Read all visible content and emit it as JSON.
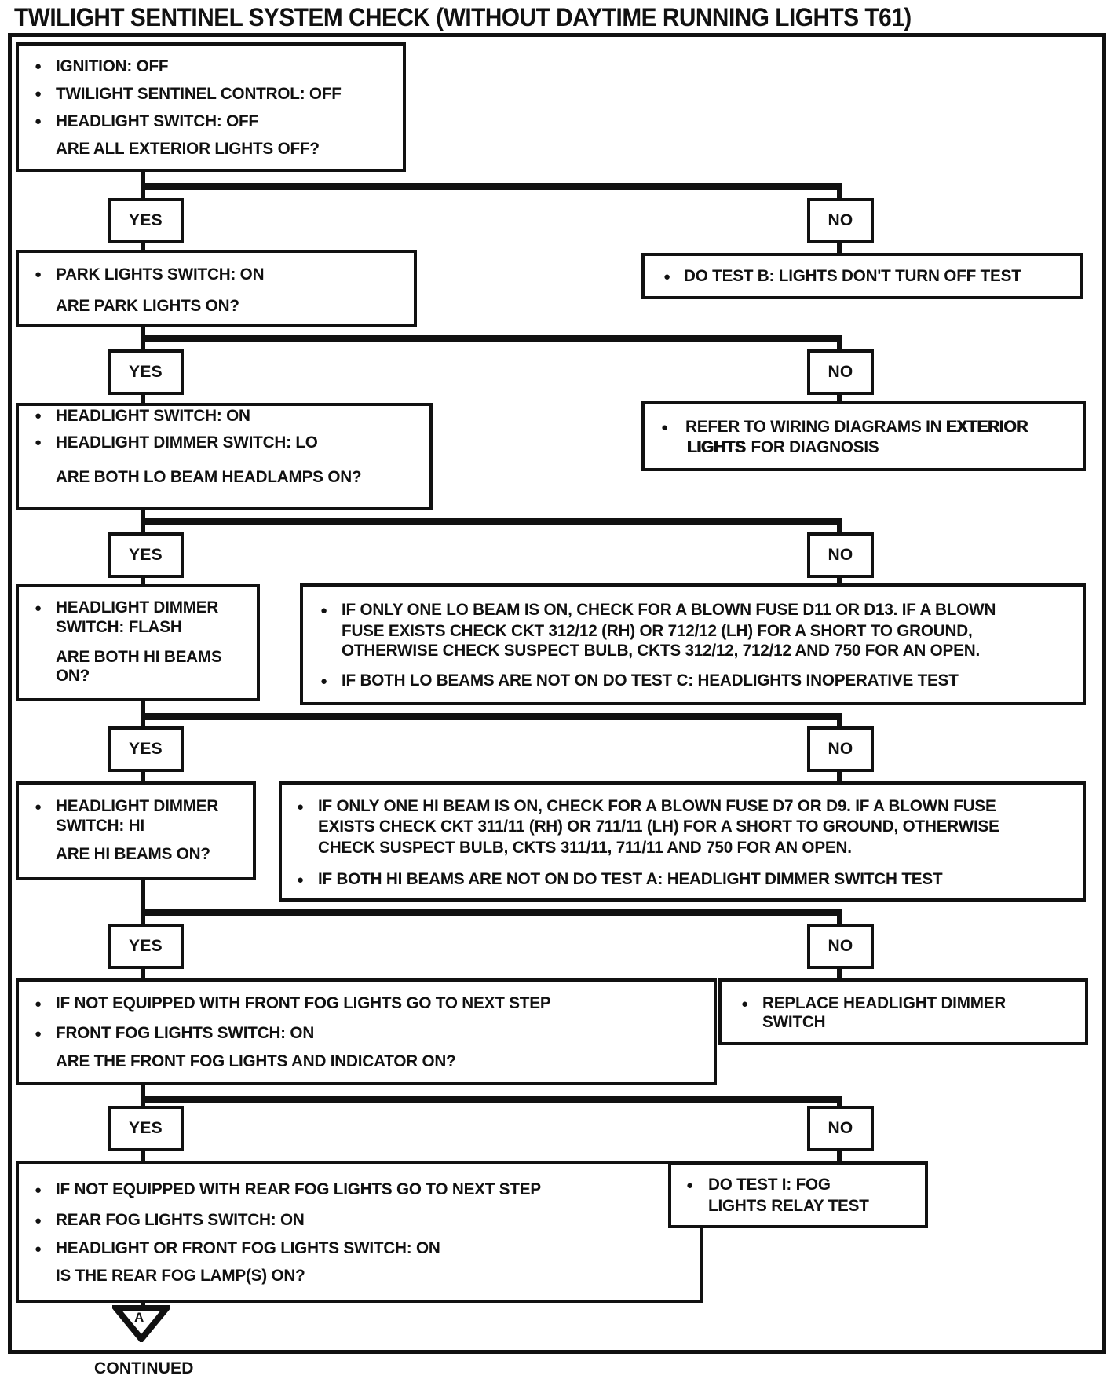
{
  "title": "TWILIGHT SENTINEL SYSTEM CHECK (WITHOUT DAYTIME RUNNING LIGHTS T61)",
  "labels": {
    "yes": "YES",
    "no": "NO",
    "continued": "CONTINUED",
    "connector_a": "A"
  },
  "glyphs": {
    "bullet": "●"
  },
  "steps": {
    "s1": {
      "b1": "IGNITION: OFF",
      "b2": "TWILIGHT SENTINEL CONTROL: OFF",
      "b3": "HEADLIGHT SWITCH: OFF",
      "q": "ARE ALL EXTERIOR LIGHTS OFF?"
    },
    "s2": {
      "b1": "PARK LIGHTS SWITCH: ON",
      "q": "ARE PARK LIGHTS ON?"
    },
    "s3": {
      "b1": "HEADLIGHT SWITCH: ON",
      "b2": "HEADLIGHT DIMMER SWITCH: LO",
      "q": "ARE BOTH LO BEAM HEADLAMPS ON?"
    },
    "s4": {
      "b1_l1": "HEADLIGHT DIMMER",
      "b1_l2": "SWITCH: FLASH",
      "q_l1": "ARE BOTH HI BEAMS",
      "q_l2": "ON?"
    },
    "s5": {
      "b1_l1": "HEADLIGHT DIMMER",
      "b1_l2": "SWITCH: HI",
      "q": "ARE HI BEAMS ON?"
    },
    "s6": {
      "b1": "IF NOT EQUIPPED WITH FRONT FOG LIGHTS GO TO NEXT STEP",
      "b2": "FRONT FOG LIGHTS SWITCH: ON",
      "q": "ARE THE FRONT FOG LIGHTS AND INDICATOR ON?"
    },
    "s7": {
      "b1": "IF NOT EQUIPPED WITH REAR FOG LIGHTS GO TO NEXT STEP",
      "b2": "REAR FOG LIGHTS SWITCH: ON",
      "b3": "HEADLIGHT OR FRONT FOG LIGHTS SWITCH: ON",
      "q": "IS THE REAR FOG LAMP(S) ON?"
    }
  },
  "actions": {
    "a1": {
      "b1": "DO TEST B: LIGHTS DON'T TURN OFF TEST"
    },
    "a2": {
      "l1_normal": "REFER TO WIRING DIAGRAMS IN ",
      "l1_bold": "EXTERIOR",
      "l2_bold": "LIGHTS",
      "l2_normal": "FOR DIAGNOSIS"
    },
    "a3": {
      "b1_l1": "IF ONLY ONE LO BEAM IS ON, CHECK FOR A BLOWN FUSE D11 OR D13. IF A BLOWN",
      "b1_l2": "FUSE EXISTS CHECK CKT 312/12 (RH) OR 712/12 (LH) FOR A SHORT TO GROUND,",
      "b1_l3": "OTHERWISE CHECK SUSPECT BULB, CKTS 312/12, 712/12 AND 750 FOR AN OPEN.",
      "b2": "IF BOTH LO BEAMS ARE NOT ON DO TEST C: HEADLIGHTS INOPERATIVE TEST"
    },
    "a4": {
      "b1_l1": "IF ONLY ONE HI BEAM IS ON, CHECK FOR A BLOWN FUSE D7 OR D9. IF A BLOWN FUSE",
      "b1_l2": "EXISTS CHECK CKT 311/11 (RH) OR 711/11 (LH) FOR A SHORT TO GROUND, OTHERWISE",
      "b1_l3": "CHECK SUSPECT BULB, CKTS 311/11, 711/11 AND 750 FOR AN OPEN.",
      "b2": "IF BOTH HI BEAMS ARE NOT ON DO TEST A: HEADLIGHT DIMMER SWITCH TEST"
    },
    "a5": {
      "b1_l1": "REPLACE HEADLIGHT DIMMER",
      "b1_l2": "SWITCH"
    },
    "a6": {
      "b1_l1": "DO TEST I: FOG",
      "b1_l2": "LIGHTS RELAY TEST"
    }
  }
}
